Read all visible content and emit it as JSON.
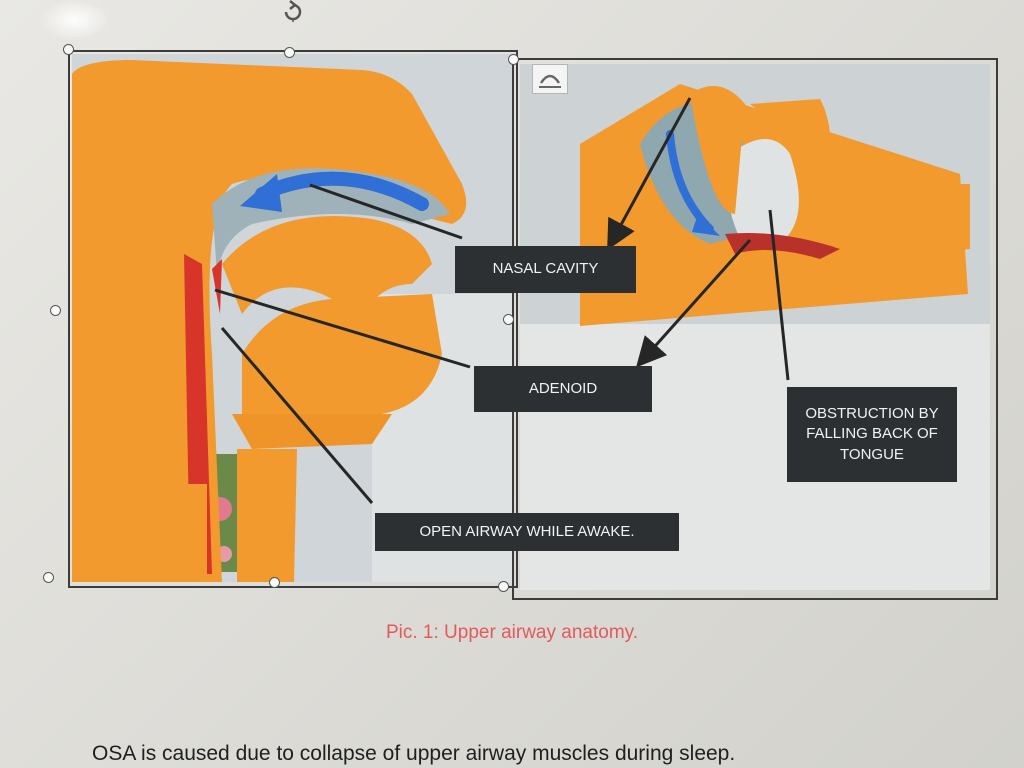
{
  "labels": {
    "nasal_cavity": "NASAL CAVITY",
    "adenoid": "ADENOID",
    "open_airway": "OPEN AIRWAY WHILE AWAKE.",
    "obstruction": [
      "OBSTRUCTION BY",
      "FALLING BACK OF",
      "TONGUE"
    ]
  },
  "caption": "Pic. 1: Upper airway anatomy.",
  "body_text": "OSA is caused due to collapse of upper airway muscles during sleep.",
  "colors": {
    "caption": "#e25a5a",
    "label_bg": "#2d3033",
    "model_orange": "#f29a2e",
    "airflow_blue": "#2f6fd6"
  },
  "icons": {
    "rotate_handle": "rotate-icon",
    "layout_options": "layout-options-icon"
  }
}
